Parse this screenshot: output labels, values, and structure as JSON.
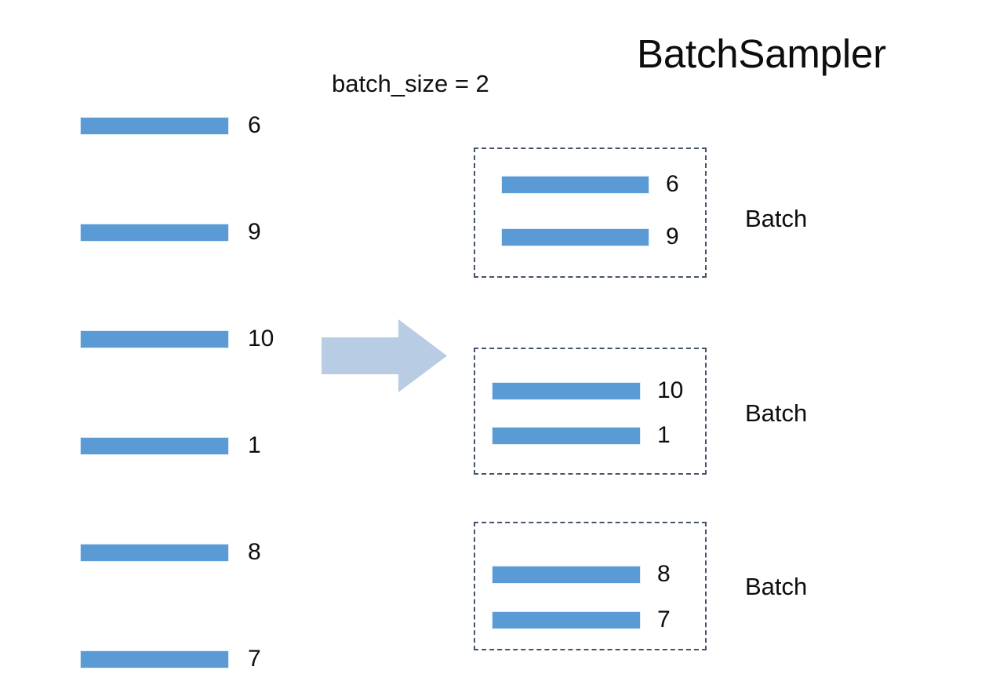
{
  "title": "BatchSampler",
  "annotation": {
    "batch_size_label": "batch_size = 2"
  },
  "colors": {
    "bar": "#5B9BD5",
    "arrow": "#B8CCE4",
    "box_border": "#44546A",
    "text": "#0D0D0D",
    "background": "#FFFFFF"
  },
  "arrow": {
    "icon": "right-block-arrow-icon"
  },
  "dataset": {
    "samples": [
      {
        "label": "6"
      },
      {
        "label": "9"
      },
      {
        "label": "10"
      },
      {
        "label": "1"
      },
      {
        "label": "8"
      },
      {
        "label": "7"
      }
    ]
  },
  "batches": [
    {
      "caption": "Batch",
      "items": [
        {
          "label": "6"
        },
        {
          "label": "9"
        }
      ]
    },
    {
      "caption": "Batch",
      "items": [
        {
          "label": "10"
        },
        {
          "label": "1"
        }
      ]
    },
    {
      "caption": "Batch",
      "items": [
        {
          "label": "8"
        },
        {
          "label": "7"
        }
      ]
    }
  ],
  "chart_data": {
    "type": "diagram",
    "title": "BatchSampler",
    "annotations": [
      "batch_size = 2"
    ],
    "input_sequence": [
      6,
      9,
      10,
      1,
      8,
      7
    ],
    "batch_size": 2,
    "output_batches": [
      [
        6,
        9
      ],
      [
        10,
        1
      ],
      [
        8,
        7
      ]
    ],
    "output_labels": [
      "Batch",
      "Batch",
      "Batch"
    ]
  }
}
